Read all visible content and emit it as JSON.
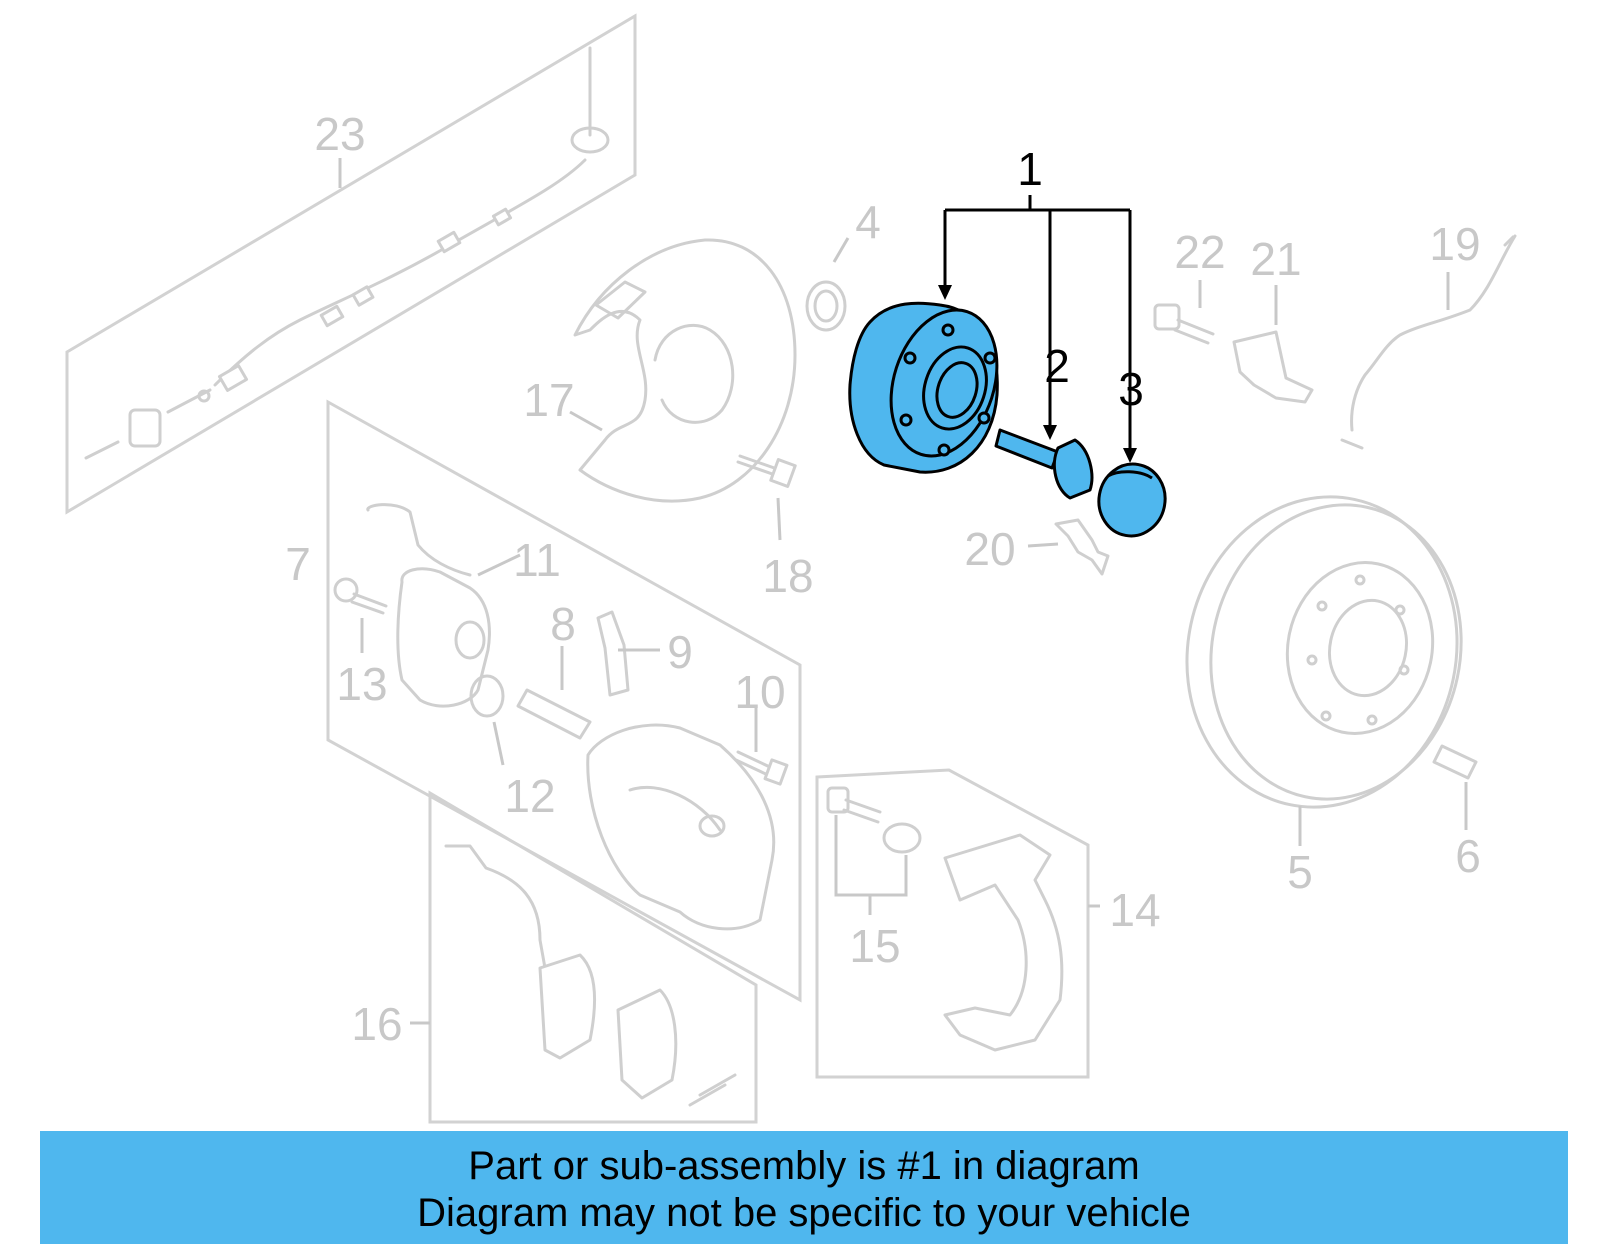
{
  "callouts": [
    {
      "label": "1",
      "active": true
    },
    {
      "label": "2",
      "active": true
    },
    {
      "label": "3",
      "active": true
    },
    {
      "label": "4"
    },
    {
      "label": "5"
    },
    {
      "label": "6"
    },
    {
      "label": "7"
    },
    {
      "label": "8"
    },
    {
      "label": "9"
    },
    {
      "label": "10"
    },
    {
      "label": "11"
    },
    {
      "label": "12"
    },
    {
      "label": "13"
    },
    {
      "label": "14"
    },
    {
      "label": "15"
    },
    {
      "label": "16"
    },
    {
      "label": "17"
    },
    {
      "label": "18"
    },
    {
      "label": "19"
    },
    {
      "label": "20"
    },
    {
      "label": "21"
    },
    {
      "label": "22"
    },
    {
      "label": "23"
    }
  ],
  "banner": {
    "line1": "Part or sub-assembly is #1 in diagram",
    "line2": "Diagram may not be specific to your vehicle"
  },
  "colors": {
    "highlight": "#4fb7ee",
    "ghost": "#c8c8c8",
    "banner": "#4fb7ee"
  }
}
